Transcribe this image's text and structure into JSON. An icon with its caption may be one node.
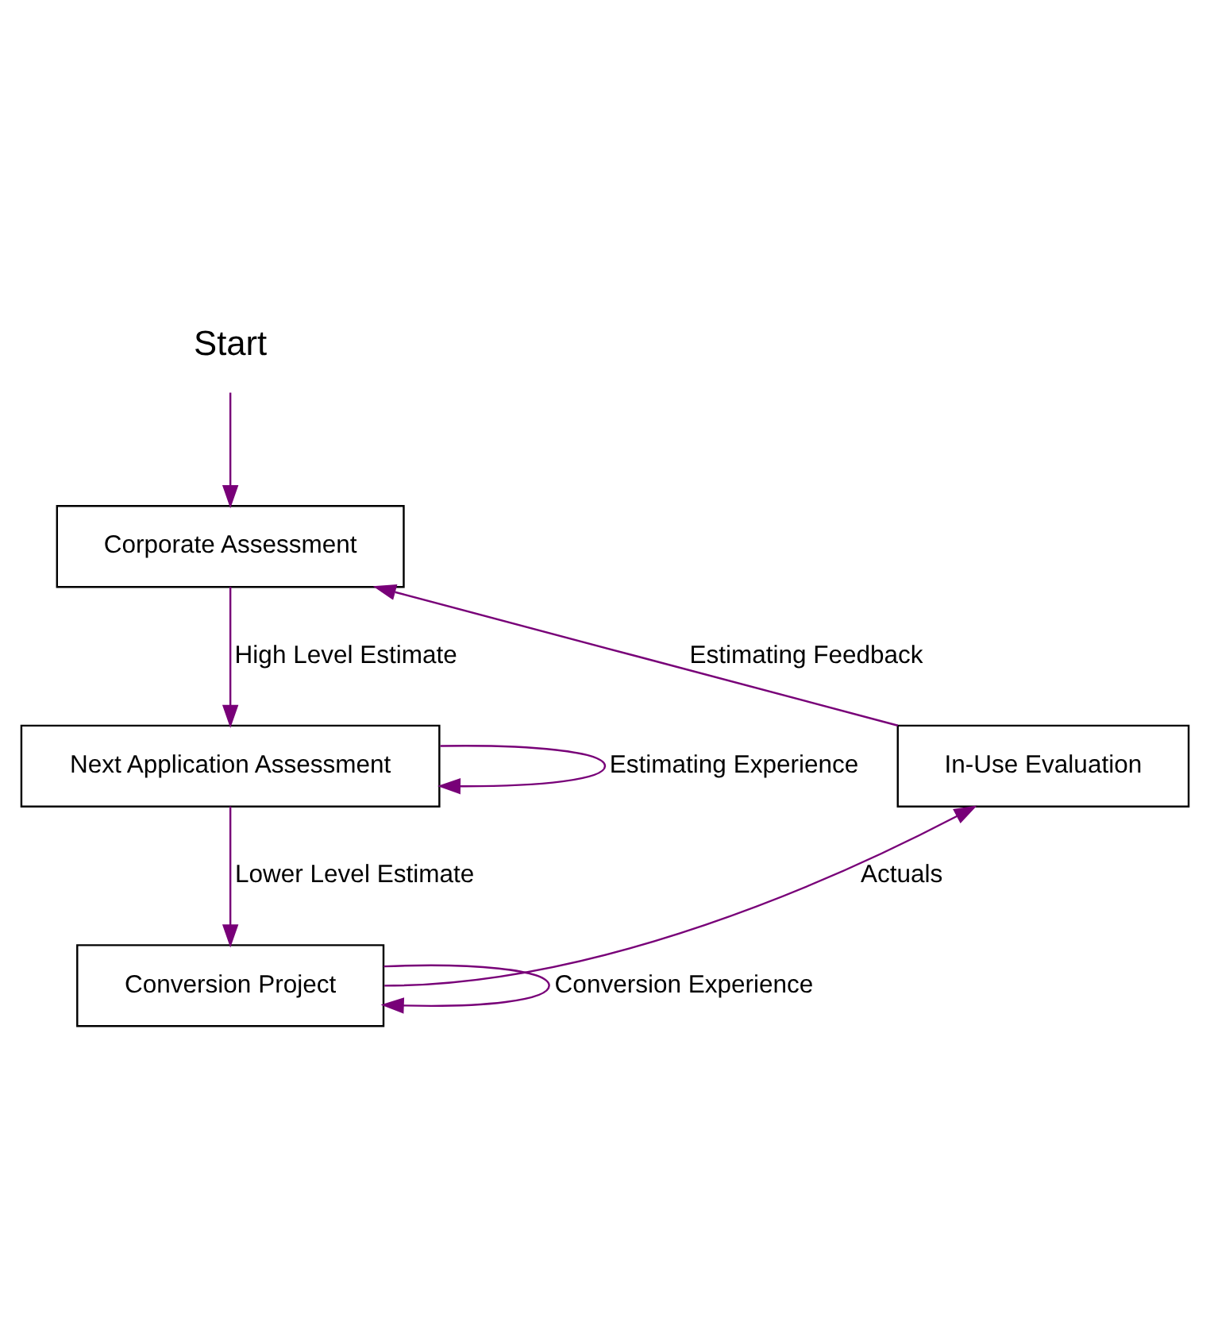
{
  "diagram": {
    "nodes": [
      {
        "text": [
          "Start"
        ]
      },
      {
        "text": [
          "Corporate Assessment"
        ]
      },
      {
        "text": [
          "Next Application Assessment"
        ]
      },
      {
        "text": [
          "Conversion Project"
        ]
      },
      {
        "text": [
          "In-Use Evaluation"
        ]
      }
    ],
    "edges": [
      {
        "from": 0,
        "to": 1,
        "arrow": "to"
      },
      {
        "from": 1,
        "to": 2,
        "arrow": "to",
        "label": "High Level Estimate"
      },
      {
        "from": 2,
        "to": 2,
        "arrow": "to",
        "label": "Estimating Experience"
      },
      {
        "from": 2,
        "to": 3,
        "arrow": "to",
        "label": "Lower Level Estimate"
      },
      {
        "from": 3,
        "to": 3,
        "arrow": "to",
        "label": "Conversion Experience"
      },
      {
        "from": 3,
        "to": 4,
        "arrow": "to",
        "label": "Actuals"
      },
      {
        "from": 4,
        "to": 1,
        "arrow": "to",
        "label": "Estimating Feedback"
      }
    ]
  }
}
